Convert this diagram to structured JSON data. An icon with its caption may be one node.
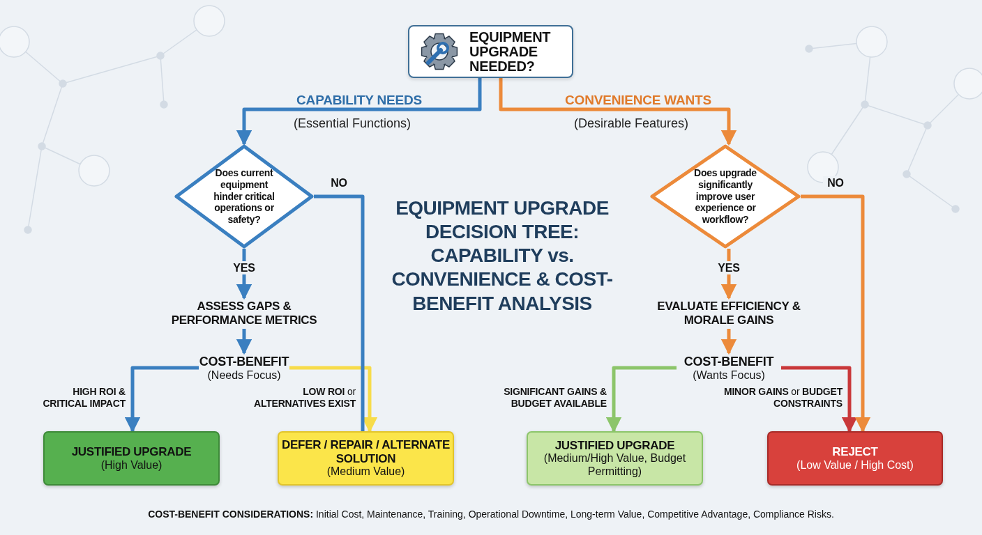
{
  "diagram": {
    "title": "EQUIPMENT UPGRADE DECISION TREE: CAPABILITY vs. CONVENIENCE & COST-BENEFIT ANALYSIS",
    "caption": "**COST-BENEFIT CONSIDERATIONS:** Initial Cost, Maintenance, Training, Operational Downtime, Long-term Value, Competitive Advantage, Compliance Risks.",
    "nodes": [
      {
        "text": [
          "EQUIPMENT UPGRADE NEEDED?"
        ]
      },
      {
        "text": [
          "Does current equipment hinder critical operations or safety?"
        ]
      },
      {
        "text": [
          "Does upgrade significantly improve user experience or workflow?"
        ]
      },
      {
        "text": [
          "ASSESS GAPS & PERFORMANCE METRICS"
        ]
      },
      {
        "text": [
          "COST-BENEFIT",
          "(Needs Focus)"
        ]
      },
      {
        "text": [
          "EVALUATE EFFICIENCY & MORALE GAINS"
        ]
      },
      {
        "text": [
          "COST-BENEFIT",
          "(Wants Focus)"
        ]
      },
      {
        "text": [
          "JUSTIFIED UPGRADE",
          "(High Value)"
        ]
      },
      {
        "text": [
          "DEFER / REPAIR / ALTERNATE SOLUTION",
          "(Medium Value)"
        ]
      },
      {
        "text": [
          "JUSTIFIED UPGRADE",
          "(Medium/High Value, Budget Permitting)"
        ]
      },
      {
        "text": [
          "REJECT",
          "(Low Value / High Cost)"
        ]
      }
    ],
    "edges": [
      {
        "from": 0,
        "to": 1,
        "arrow": "to",
        "label": "CAPABILITY NEEDS"
      },
      {
        "from": 0,
        "to": 2,
        "arrow": "to",
        "label": "CONVENIENCE WANTS",
        "color": "#ec8a3a"
      },
      {
        "from": 1,
        "to": 3,
        "arrow": "to",
        "label": "YES"
      },
      {
        "from": 3,
        "to": 4,
        "arrow": "to"
      },
      {
        "from": 4,
        "to": 7,
        "arrow": "to",
        "label": "HIGH ROI & CRITICAL IMPACT"
      },
      {
        "from": 4,
        "to": 8,
        "arrow": "to",
        "label": "**LOW ROI** or **ALTERNATIVES EXIST**",
        "color": "#f7dc4a"
      },
      {
        "from": 1,
        "to": 8,
        "arrow": "none",
        "label": "NO"
      },
      {
        "from": 2,
        "to": 5,
        "arrow": "to",
        "label": "YES",
        "color": "#ec8a3a"
      },
      {
        "from": 5,
        "to": 6,
        "arrow": "to",
        "color": "#ec8a3a"
      },
      {
        "from": 6,
        "to": 9,
        "arrow": "to",
        "label": "SIGNIFICANT GAINS & BUDGET AVAILABLE",
        "color": "#8cc56a"
      },
      {
        "from": 6,
        "to": 10,
        "arrow": "to",
        "label": "**MINOR GAINS** or **BUDGET CONSTRAINTS**",
        "color": "#c9383a"
      },
      {
        "from": 2,
        "to": 10,
        "arrow": "to",
        "label": "NO",
        "color": "#ec8a3a"
      }
    ],
    "labels": [
      "(Essential Functions)",
      "(Desirable Features)"
    ]
  }
}
